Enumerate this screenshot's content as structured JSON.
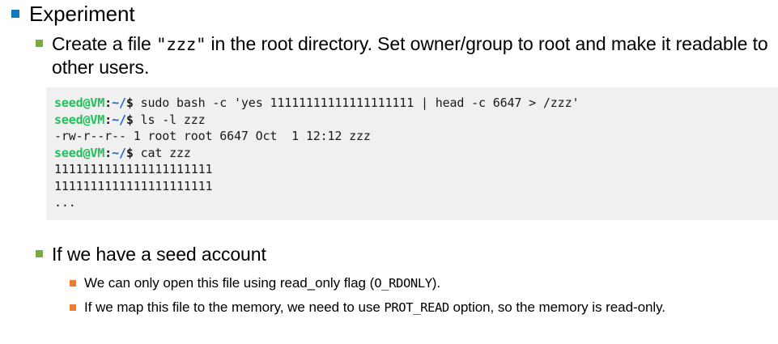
{
  "slide": {
    "colors": {
      "bullet_level1": "#1278be",
      "bullet_level2": "#76ac41",
      "bullet_level3": "#ed7d31",
      "code_background": "#f0f0f0",
      "prompt_user": "#20c05a",
      "prompt_path": "#1464d6",
      "text": "#000000"
    },
    "heading": "Experiment",
    "create_bullet": "Create a file \"zzz\" in the root directory. Set owner/group to root and make it readable to other users.",
    "create_bullet_parts": {
      "before": "Create a file ",
      "mono": "\"zzz\"",
      "after": " in the root directory. Set owner/group to root and make it readable to other users."
    },
    "terminal": {
      "prompt": {
        "user": "seed@VM",
        "colon": ":",
        "path": "~/",
        "dollar": "$"
      },
      "lines": [
        {
          "type": "command",
          "prompt": true,
          "text": " sudo bash -c 'yes 11111111111111111111 | head -c 6647 > /zzz'"
        },
        {
          "type": "command",
          "prompt": true,
          "text": " ls -l zzz"
        },
        {
          "type": "output",
          "prompt": false,
          "text": "-rw-r--r-- 1 root root 6647 Oct  1 12:12 zzz"
        },
        {
          "type": "command",
          "prompt": true,
          "text": " cat zzz"
        },
        {
          "type": "output",
          "prompt": false,
          "text": "1111111111111111111111"
        },
        {
          "type": "output",
          "prompt": false,
          "text": "1111111111111111111111"
        },
        {
          "type": "output",
          "prompt": false,
          "text": "..."
        }
      ]
    },
    "seed_account_bullet": "If we have a seed account",
    "sub_bullets": [
      {
        "before": "We can only open this file using read_only flag (",
        "mono": "O_RDONLY",
        "after": ")."
      },
      {
        "before": "If we map this file to the memory, we need to use ",
        "mono": "PROT_READ",
        "after": " option, so the memory is read-only."
      }
    ]
  }
}
